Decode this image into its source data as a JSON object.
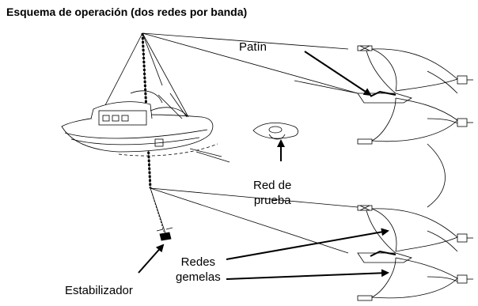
{
  "title": "Esquema de operación (dos redes por banda)",
  "labels": {
    "patin": "Patín",
    "red_prueba_1": "Red de",
    "red_prueba_2": "prueba",
    "redes_1": "Redes",
    "redes_2": "gemelas",
    "estabilizador": "Estabilizador"
  },
  "colors": {
    "line": "#000000",
    "background": "#ffffff"
  }
}
